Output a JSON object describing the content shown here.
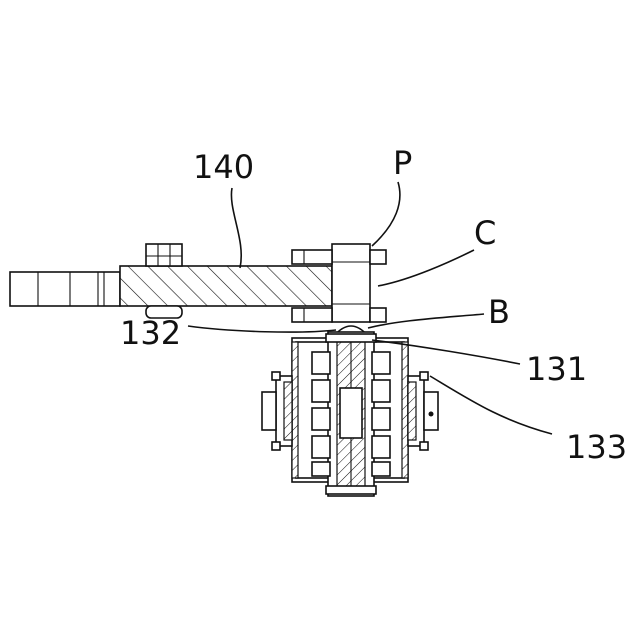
{
  "labels": {
    "l140": "140",
    "lP": "P",
    "lC": "C",
    "lB": "B",
    "l132": "132",
    "l131": "131",
    "l133": "133"
  }
}
